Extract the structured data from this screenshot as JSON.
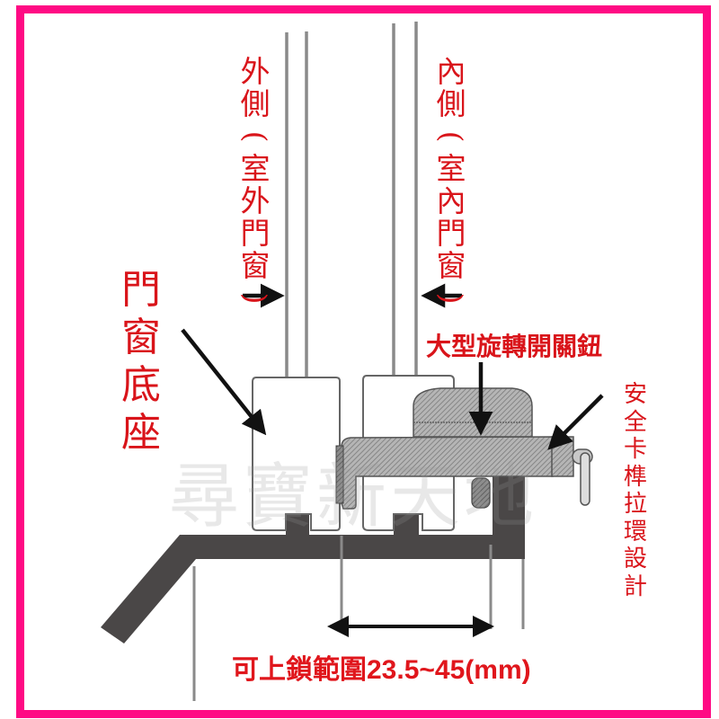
{
  "colors": {
    "border": "#ff0a84",
    "label_red": "#d9141a",
    "frame_stroke": "#666666",
    "sill_dark": "#4a4747",
    "lock_hatch": "#9a9a9a",
    "glass_line": "#8a8a8a",
    "arrow": "#111111"
  },
  "labels": {
    "outer_side": [
      "外",
      "側",
      "(",
      "室",
      "外",
      "門",
      "窗",
      ")"
    ],
    "inner_side": [
      "內",
      "側",
      "(",
      "室",
      "內",
      "門",
      "窗",
      ")"
    ],
    "window_sill": [
      "門",
      "窗",
      "底",
      "座"
    ],
    "rotary_knob": "大型旋轉開關鈕",
    "safety_pin": [
      "安",
      "全",
      "卡",
      "榫",
      "拉",
      "環",
      "設",
      "計"
    ],
    "lock_range": "可上鎖範圍23.5~45(mm)"
  },
  "watermark": "尋寶新天地",
  "dimensions": {
    "lock_range_min_mm": 23.5,
    "lock_range_max_mm": 45,
    "unit": "mm"
  }
}
